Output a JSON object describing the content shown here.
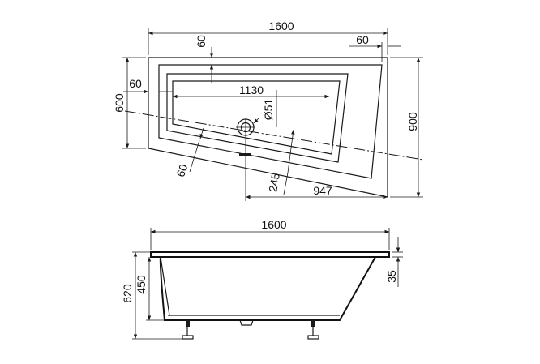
{
  "top_view": {
    "overall_length": "1600",
    "rim_right_offset": "60",
    "rim_top_offset": "60",
    "rim_left_offset": "60",
    "inner_length": "1130",
    "overall_height_left": "600",
    "overall_height_right": "900",
    "drain_diameter": "Ø51",
    "rim_bottom_offset": "60",
    "drain_offset": "245",
    "drain_to_end": "947"
  },
  "side_view": {
    "overall_length": "1600",
    "total_height": "620",
    "basin_depth": "450",
    "rim_thickness": "35"
  },
  "colors": {
    "line": "#1a1a1a",
    "background": "#ffffff"
  }
}
